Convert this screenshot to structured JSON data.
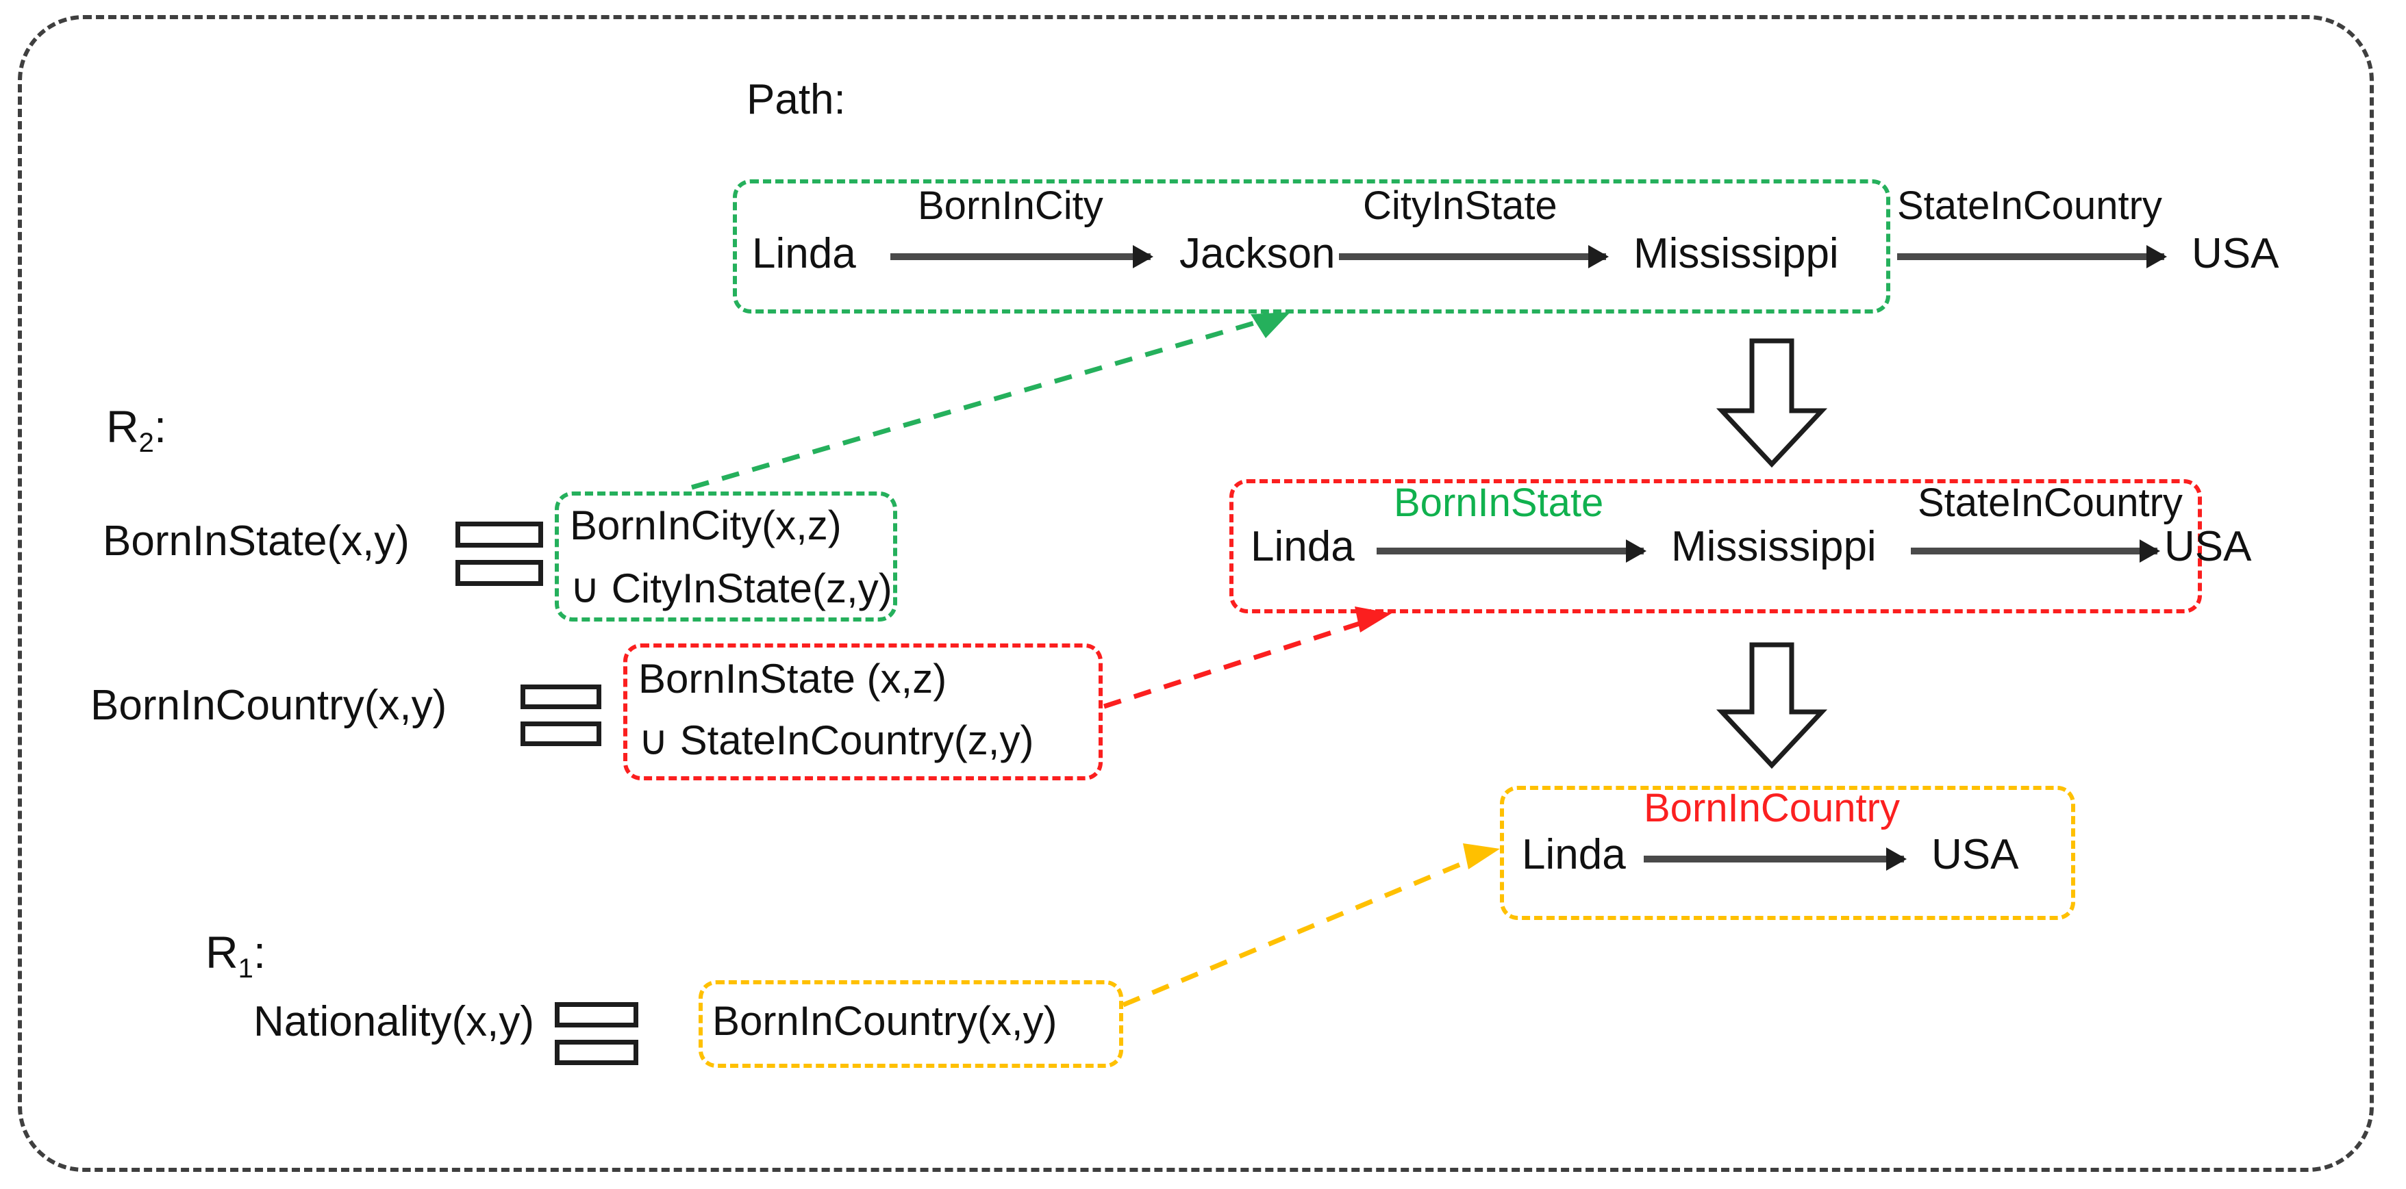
{
  "figure": {
    "path_label": "Path:",
    "section_r2": "R",
    "section_r2_sub": "2",
    "section_r1": "R",
    "section_r1_sub": "1"
  },
  "colors": {
    "green": "#25b05c",
    "green_text": "#10b14e",
    "red": "#fb1f1f",
    "red_text": "#fb2020",
    "yellow": "#ffc000",
    "frame": "#3f3f3f",
    "arrow": "#4a4a4a",
    "text": "#111111"
  },
  "paths": {
    "level1": {
      "nodes": [
        "Linda",
        "Jackson",
        "Mississippi",
        "USA"
      ],
      "edges": [
        "BornInCity",
        "CityInState",
        "StateInCountry"
      ],
      "highlight_box": "green",
      "highlight_covers": [
        "Linda",
        "BornInCity",
        "Jackson",
        "CityInState",
        "Mississippi"
      ]
    },
    "level2": {
      "nodes": [
        "Linda",
        "Mississippi",
        "USA"
      ],
      "edges": [
        "BornInState",
        "StateInCountry"
      ],
      "edge_colors": [
        "green",
        "black"
      ],
      "highlight_box": "red"
    },
    "level3": {
      "nodes": [
        "Linda",
        "USA"
      ],
      "edges": [
        "BornInCountry"
      ],
      "edge_colors": [
        "red"
      ],
      "highlight_box": "yellow"
    }
  },
  "rules": {
    "r2": [
      {
        "head": "BornInState(x,y)",
        "symbol": "equiv",
        "body_lines": [
          "BornInCity(x,z)",
          "∪ CityInState(z,y)"
        ],
        "box": "green"
      },
      {
        "head": "BornInCountry(x,y)",
        "symbol": "equiv",
        "body_lines": [
          "BornInState (x,z)",
          "∪ StateInCountry(z,y)"
        ],
        "box": "red"
      }
    ],
    "r1": [
      {
        "head": "Nationality(x,y)",
        "symbol": "equiv",
        "body_lines": [
          "BornInCountry(x,y)"
        ],
        "box": "yellow"
      }
    ]
  },
  "connectors": [
    {
      "name": "green-rule-to-path1",
      "color": "green",
      "style": "dashed",
      "from": "green-rule-box",
      "to": "level1-path-box"
    },
    {
      "name": "red-rule-to-path2",
      "color": "red",
      "style": "dashed",
      "from": "red-rule-box",
      "to": "level2-path-box"
    },
    {
      "name": "yellow-rule-to-path3",
      "color": "yellow",
      "style": "dashed",
      "from": "yellow-rule-box",
      "to": "level3-path-box"
    }
  ],
  "block_arrows": [
    {
      "name": "derivation-arrow-1",
      "direction": "down"
    },
    {
      "name": "derivation-arrow-2",
      "direction": "down"
    }
  ]
}
